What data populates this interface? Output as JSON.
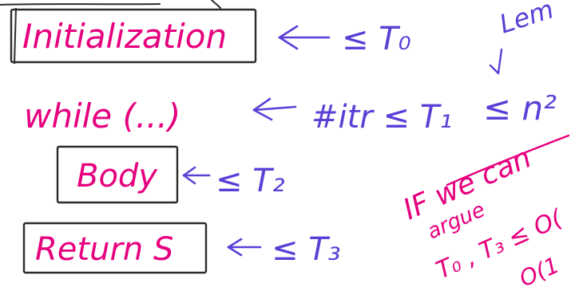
{
  "colors": {
    "pink_ink": "#e6007e",
    "purple_ink": "#5b3fd6",
    "black_ink": "#2b2b2b"
  },
  "rows": {
    "row1": {
      "label": "Initialization",
      "bound": "≤ T₀"
    },
    "row2": {
      "label": "while (...)",
      "bound": "#itr ≤ T₁",
      "extra": "≤ n²"
    },
    "row3": {
      "label": "Body",
      "bound": "≤ T₂"
    },
    "row4": {
      "label": "Return S",
      "bound": "≤ T₃"
    }
  },
  "notes": {
    "top_right": "Lem",
    "argument_line1": "IF we can",
    "argument_line2": "argue",
    "argument_line3": "T₀ , T₃ ≤ O(",
    "argument_line4": "O(1"
  }
}
